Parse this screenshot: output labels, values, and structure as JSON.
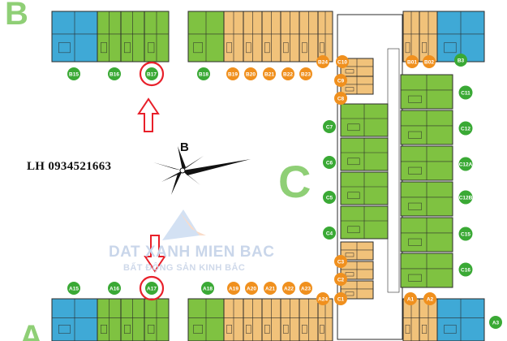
{
  "block_letters": {
    "b": "B",
    "c": "C",
    "a": "A"
  },
  "compass_label": "B",
  "contact_text": "LH 0934521663",
  "watermark": {
    "line1": "DAT XANH MIEN BAC",
    "line2": "BẤT ĐỘNG SẢN KINH BẮC"
  },
  "highlighted_units": [
    "B17",
    "A17"
  ],
  "colors": {
    "blue_unit": "#3fa9d6",
    "green_unit": "#7fc241",
    "orange_unit": "#f1c27a",
    "green_badge": "#3aa935",
    "orange_badge": "#f0901e",
    "highlight_ring": "#e8202a",
    "block_letter": "#8fcf76"
  },
  "top_row": [
    {
      "label": "B15",
      "color": "green"
    },
    {
      "label": "B16",
      "color": "green"
    },
    {
      "label": "B17",
      "color": "green"
    },
    {
      "label": "B18",
      "color": "green"
    },
    {
      "label": "B19",
      "color": "orange"
    },
    {
      "label": "B20",
      "color": "orange"
    },
    {
      "label": "B21",
      "color": "orange"
    },
    {
      "label": "B22",
      "color": "orange"
    },
    {
      "label": "B23",
      "color": "orange"
    },
    {
      "label": "B24",
      "color": "orange"
    },
    {
      "label": "C10",
      "color": "orange"
    },
    {
      "label": "B01",
      "color": "orange"
    },
    {
      "label": "B02",
      "color": "orange"
    },
    {
      "label": "B3",
      "color": "green"
    }
  ],
  "bottom_row": [
    {
      "label": "A15",
      "color": "green"
    },
    {
      "label": "A16",
      "color": "green"
    },
    {
      "label": "A17",
      "color": "green"
    },
    {
      "label": "A18",
      "color": "green"
    },
    {
      "label": "A19",
      "color": "orange"
    },
    {
      "label": "A20",
      "color": "orange"
    },
    {
      "label": "A21",
      "color": "orange"
    },
    {
      "label": "A22",
      "color": "orange"
    },
    {
      "label": "A23",
      "color": "orange"
    },
    {
      "label": "A24",
      "color": "orange"
    },
    {
      "label": "C1",
      "color": "orange"
    },
    {
      "label": "A1",
      "color": "orange"
    },
    {
      "label": "A2",
      "color": "orange"
    },
    {
      "label": "A3",
      "color": "green"
    }
  ],
  "c_left": [
    {
      "label": "C9",
      "color": "orange"
    },
    {
      "label": "C8",
      "color": "orange"
    },
    {
      "label": "C7",
      "color": "green"
    },
    {
      "label": "C6",
      "color": "green"
    },
    {
      "label": "C5",
      "color": "green"
    },
    {
      "label": "C4",
      "color": "green"
    },
    {
      "label": "C3",
      "color": "orange"
    },
    {
      "label": "C2",
      "color": "orange"
    }
  ],
  "c_right": [
    {
      "label": "C11",
      "color": "green"
    },
    {
      "label": "C12",
      "color": "green"
    },
    {
      "label": "C12A",
      "color": "green"
    },
    {
      "label": "C12B",
      "color": "green"
    },
    {
      "label": "C15",
      "color": "green"
    },
    {
      "label": "C16",
      "color": "green"
    }
  ]
}
